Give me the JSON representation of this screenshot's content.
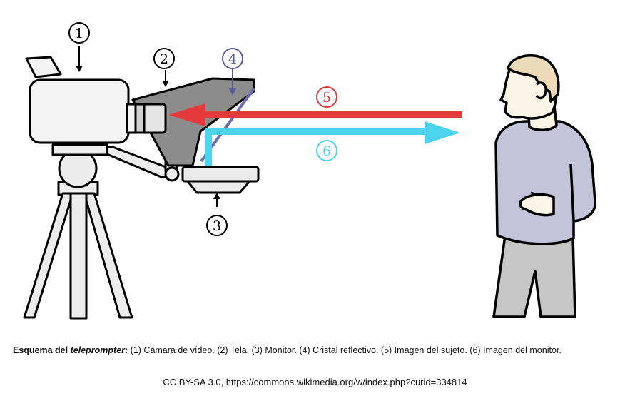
{
  "diagram": {
    "labels": {
      "camera": "1",
      "hood": "2",
      "monitor": "3",
      "glass": "4",
      "subject_image": "5",
      "monitor_image": "6"
    },
    "colors": {
      "red_arrow": "#e6393b",
      "cyan_arrow": "#4dd3ee",
      "glass_edge": "#6b6fb0",
      "label_4": "#5a5d94",
      "hood_fill": "#8c8c8c",
      "camera_fill": "#f3f3f3",
      "person_shirt": "#c3c3d9",
      "person_pants": "#c6c6c6",
      "person_hair": "#ecd9b8",
      "person_skin": "#fcf4e6"
    }
  },
  "caption": {
    "bold_lead": "Esquema del",
    "italic_term": "teleprompter",
    "colon": ":",
    "text": " (1) Cámara de vídeo. (2) Tela. (3) Monitor. (4) Cristal reflectivo. (5) Imagen del sujeto. (6) Imagen del monitor."
  },
  "credit": "CC BY-SA 3.0, https://commons.wikimedia.org/w/index.php?curid=334814"
}
